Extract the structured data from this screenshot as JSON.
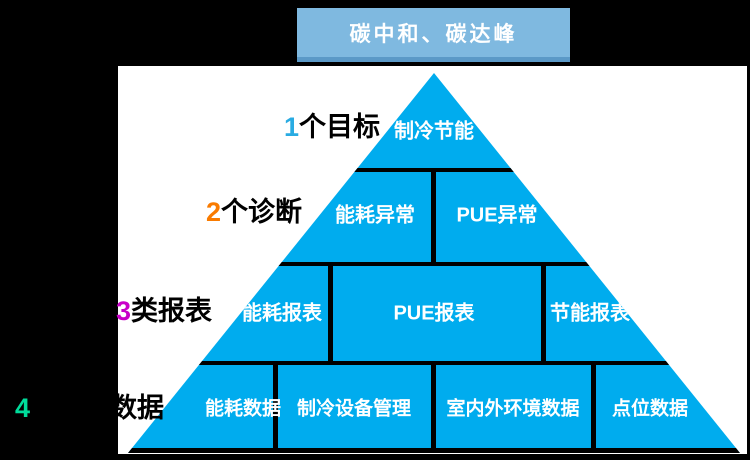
{
  "title": {
    "text": "碳中和、碳达峰"
  },
  "colors": {
    "pyramid": "#00acee",
    "title_bg": "#7fb9e0",
    "title_border": "#5b99c7",
    "background": "#000000",
    "content_bg": "#ffffff",
    "level1_number": "#29abe2",
    "level2_number": "#f97b00",
    "level3_number": "#c800c8",
    "level4_number": "#00dc9b"
  },
  "levels": [
    {
      "number": "1",
      "label": "个目标",
      "cells": [
        "制冷节能"
      ]
    },
    {
      "number": "2",
      "label": "个诊断",
      "cells": [
        "能耗异常",
        "PUE异常"
      ]
    },
    {
      "number": "3",
      "label": "类报表",
      "cells": [
        "能耗报表",
        "PUE报表",
        "节能报表"
      ]
    },
    {
      "number": "4",
      "label": "数据",
      "cells": [
        "能耗数据",
        "制冷设备管理",
        "室内外环境数据",
        "点位数据"
      ]
    }
  ]
}
